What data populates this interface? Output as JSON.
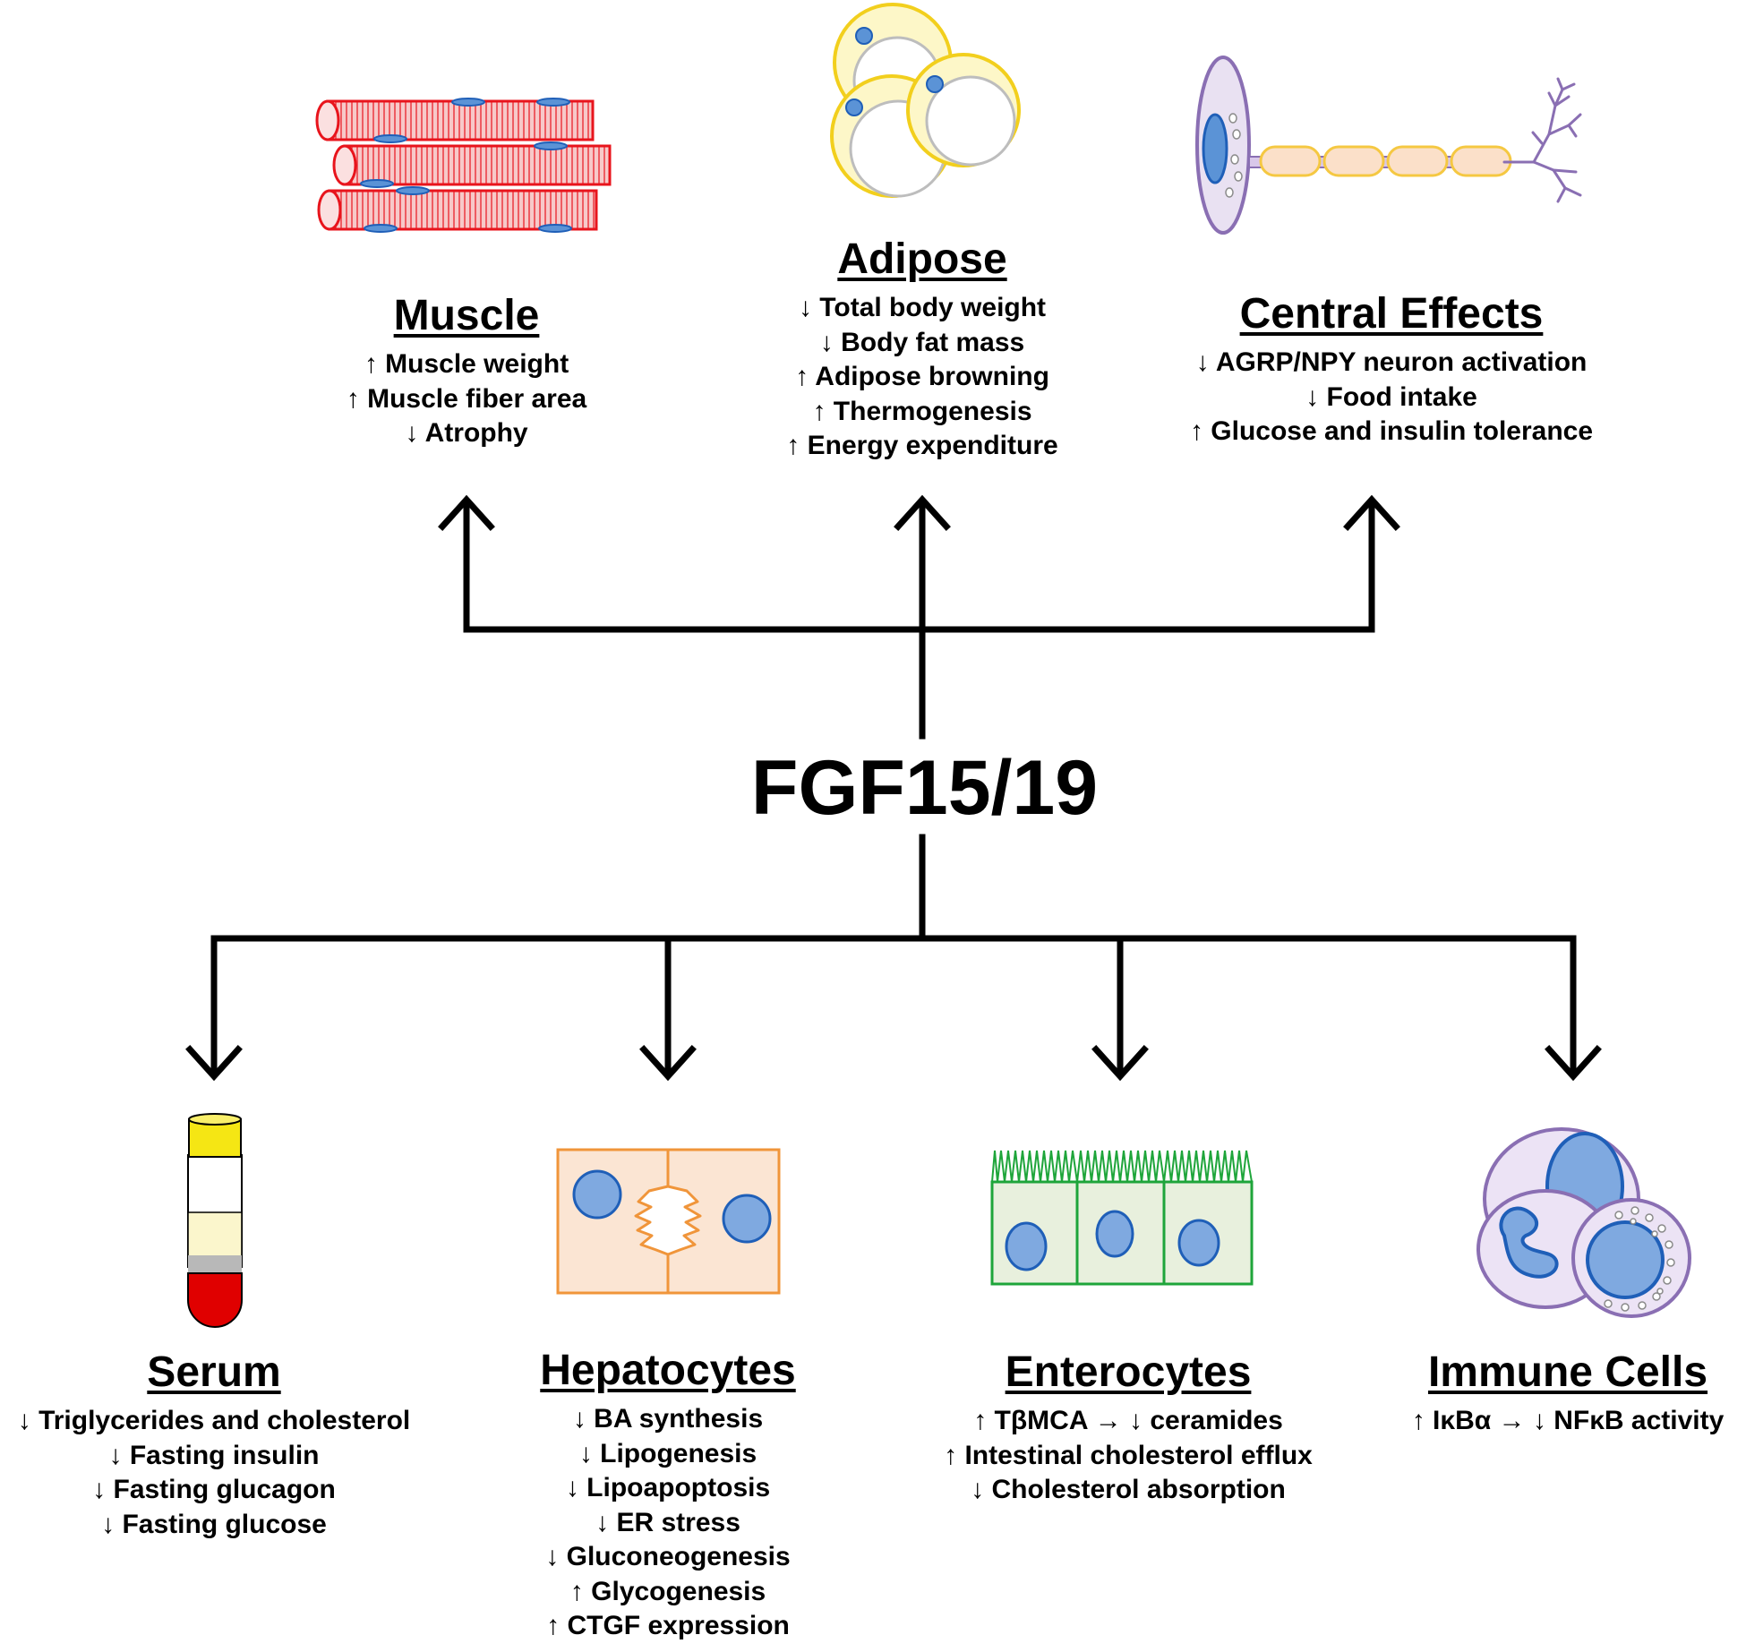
{
  "center": {
    "title": "FGF15/19"
  },
  "targets": {
    "muscle": {
      "title": "Muscle",
      "items": [
        "↑ Muscle weight",
        "↑ Muscle fiber area",
        "↓ Atrophy"
      ]
    },
    "adipose": {
      "title": "Adipose",
      "items": [
        "↓ Total body weight",
        "↓ Body fat mass",
        "↑ Adipose browning",
        "↑ Thermogenesis",
        "↑  Energy expenditure"
      ]
    },
    "central": {
      "title": "Central Effects",
      "items": [
        "↓ AGRP/NPY neuron activation",
        "↓ Food intake",
        "↑ Glucose and insulin tolerance"
      ]
    },
    "serum": {
      "title": "Serum",
      "items": [
        "↓ Triglycerides and cholesterol",
        "↓ Fasting insulin",
        "↓ Fasting glucagon",
        "↓ Fasting glucose"
      ]
    },
    "hepatocytes": {
      "title": "Hepatocytes",
      "items": [
        "↓ BA synthesis",
        "↓ Lipogenesis",
        "↓ Lipoapoptosis",
        "↓ ER stress",
        "↓ Gluconeogenesis",
        "↑ Glycogenesis",
        "↑ CTGF expression"
      ]
    },
    "enterocytes": {
      "title": "Enterocytes",
      "items": [
        "↑ TβMCA → ↓ ceramides",
        "↑ Intestinal cholesterol efflux",
        "↓ Cholesterol absorption"
      ]
    },
    "immune": {
      "title": "Immune Cells",
      "items": [
        "↑ IκBα → ↓ NFκB activity"
      ]
    }
  },
  "icons": [
    "muscle-fibers-icon",
    "adipocytes-icon",
    "neuron-icon",
    "blood-tube-icon",
    "hepatocytes-icon",
    "enterocytes-icon",
    "immune-cells-icon"
  ],
  "colors": {
    "muscle": "#e8141c",
    "muscle_fill": "#f7c9c9",
    "adipose": "#f2cf1d",
    "adipose_fill": "#fdf7c8",
    "neuron": "#8a6fb3",
    "axon": "#f5c842",
    "nucleus": "#5b93d6",
    "nucleus_stroke": "#1f5fb8",
    "hepatocyte": "#f0953a",
    "hepatocyte_fill": "#fbe5d3",
    "enterocyte": "#1ea53a",
    "enterocyte_fill": "#e8f0dd",
    "blood": "#e00000",
    "tube_cap": "#f5e614",
    "plasma": "#fbf6cc"
  }
}
